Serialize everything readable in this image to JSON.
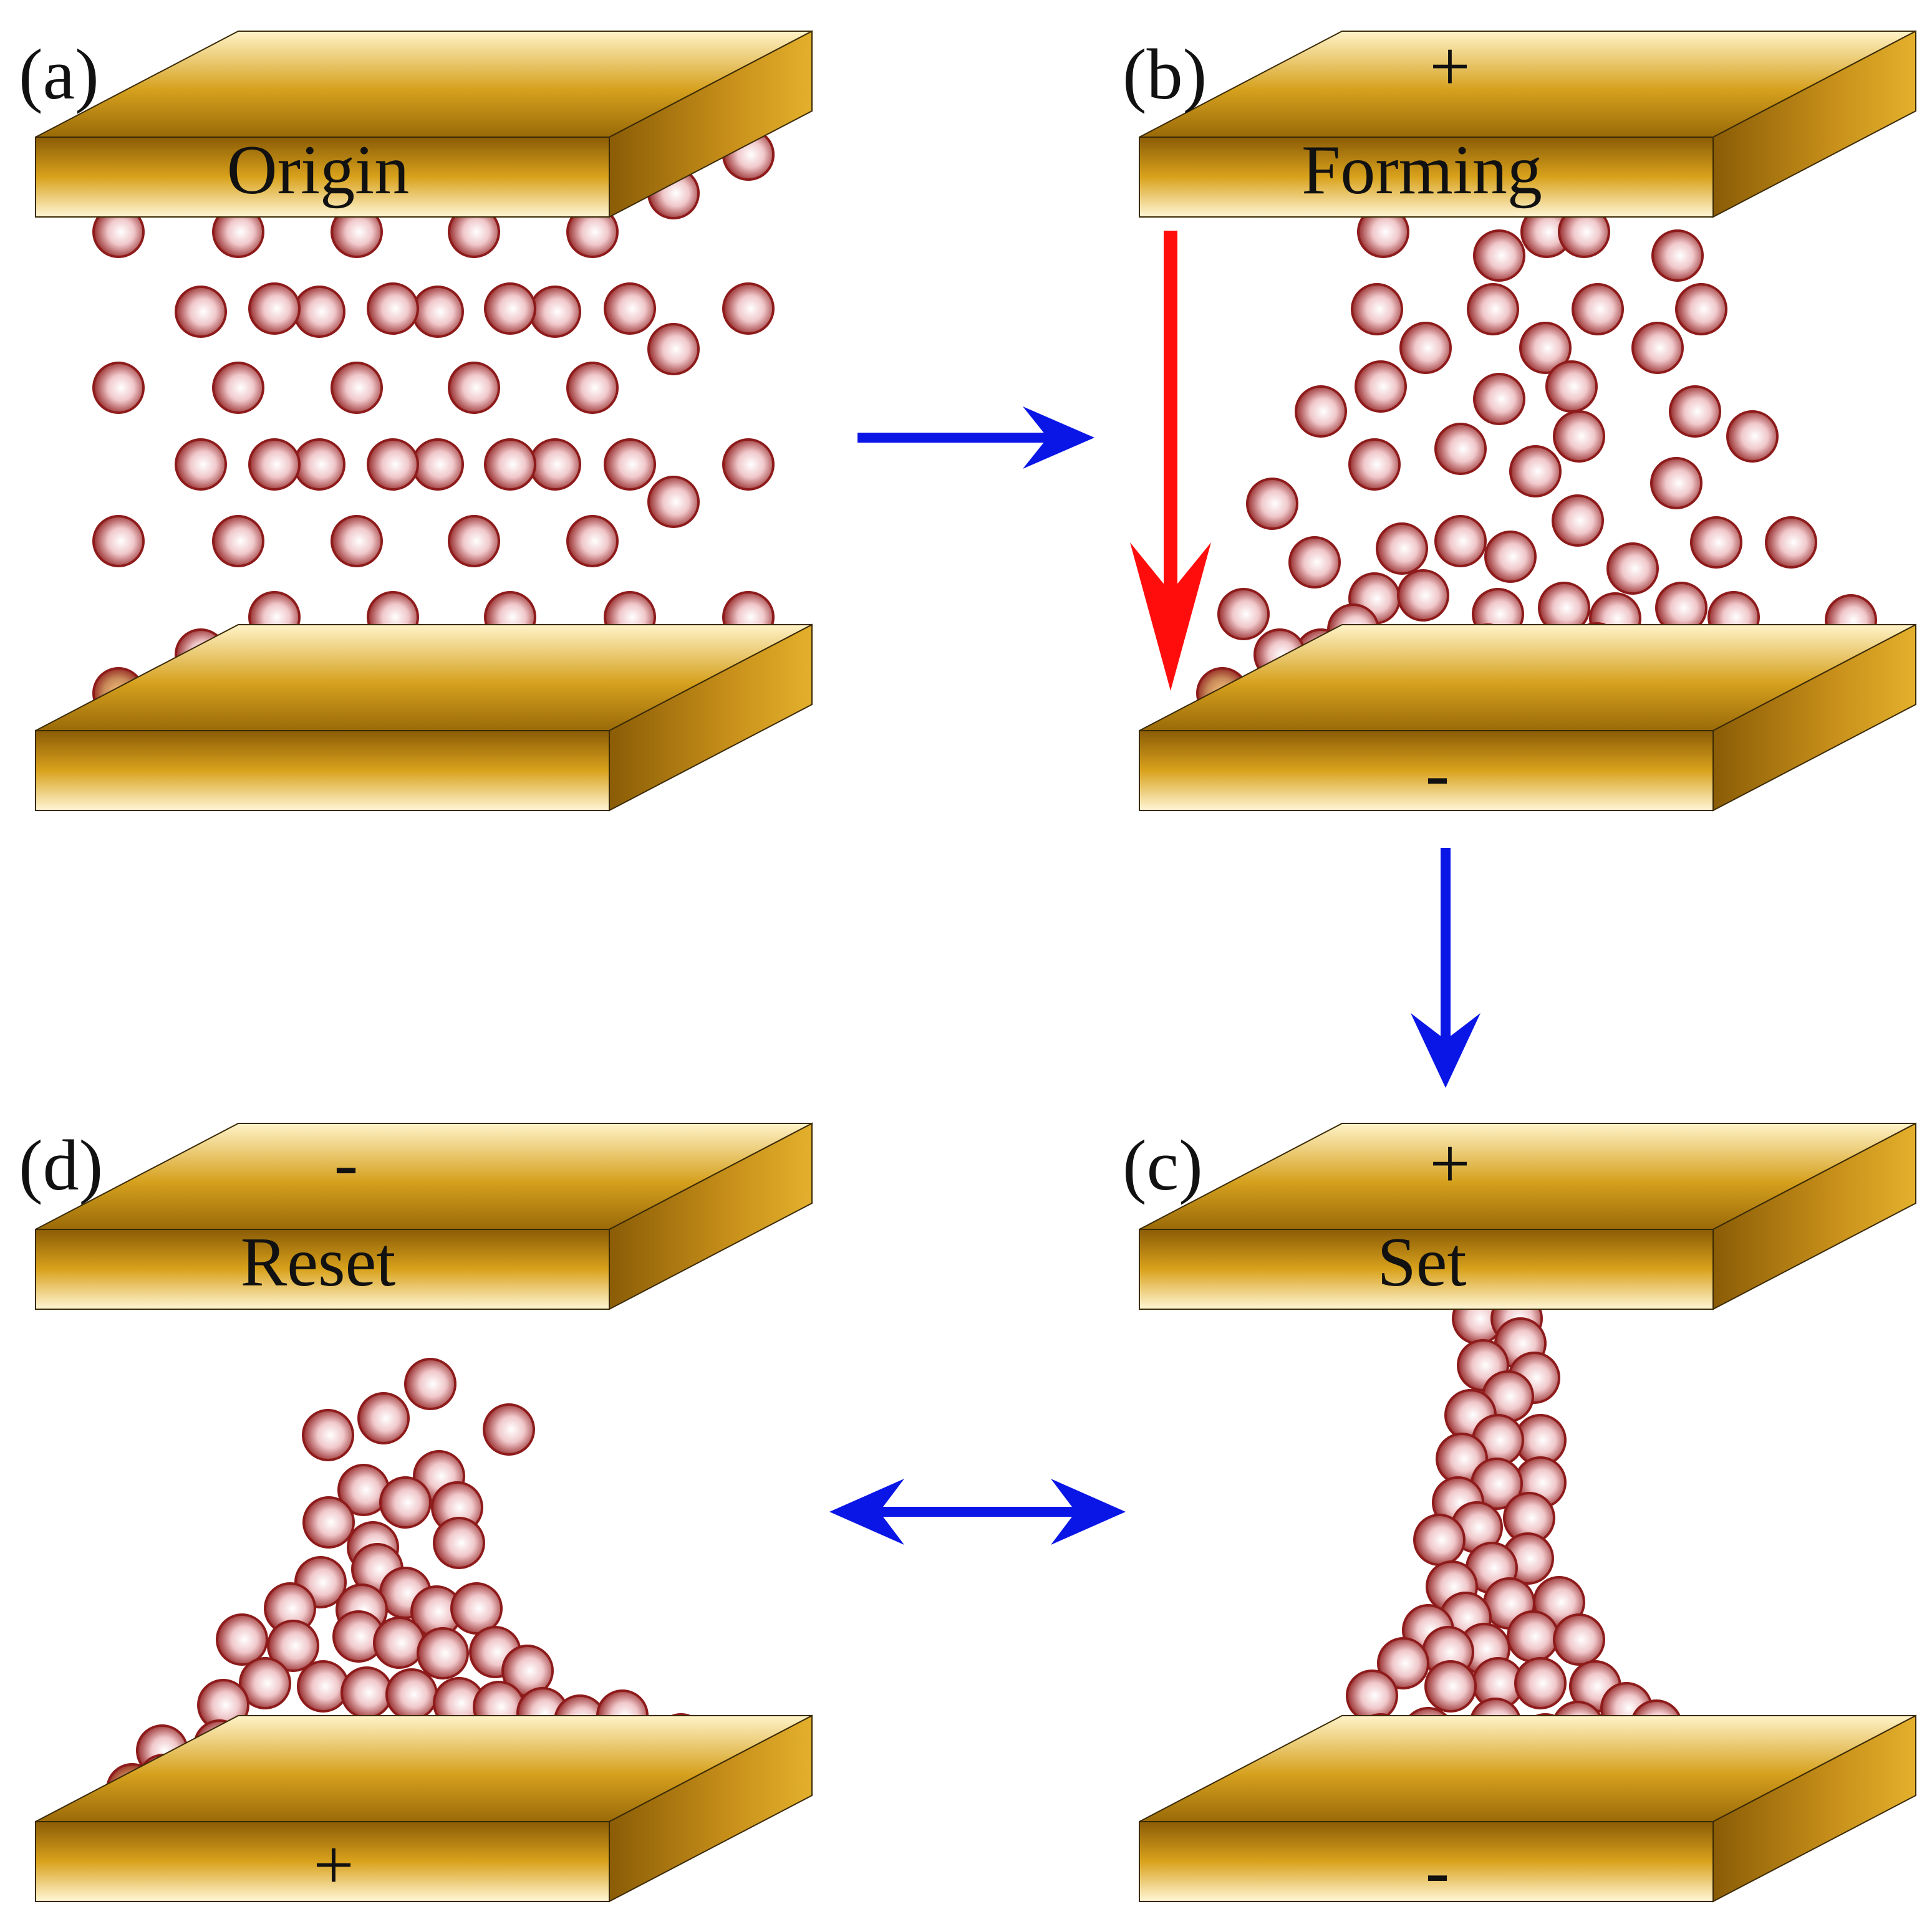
{
  "panels": {
    "a": {
      "letter": "(a)",
      "state": "Origin",
      "top_sign": "",
      "bottom_sign": ""
    },
    "b": {
      "letter": "(b)",
      "state": "Forming",
      "top_sign": "+",
      "bottom_sign": "-"
    },
    "c": {
      "letter": "(c)",
      "state": "Set",
      "top_sign": "+",
      "bottom_sign": "-"
    },
    "d": {
      "letter": "(d)",
      "state": "Reset",
      "top_sign": "-",
      "bottom_sign": "+"
    }
  },
  "colors": {
    "electrode_dark": "#8a5c06",
    "electrode_mid": "#d9a21c",
    "electrode_light": "#fff3c8",
    "ion_dark": "#8e1b1b",
    "ion_light": "#ffffff",
    "process_arrow": "#0a16e6",
    "field_arrow": "#ff0d0d"
  },
  "icons": {
    "process_arrow": "right-arrow-icon",
    "set_arrow": "down-arrow-icon",
    "switch_arrow": "double-arrow-icon",
    "field_arrow": "field-arrow-icon"
  }
}
